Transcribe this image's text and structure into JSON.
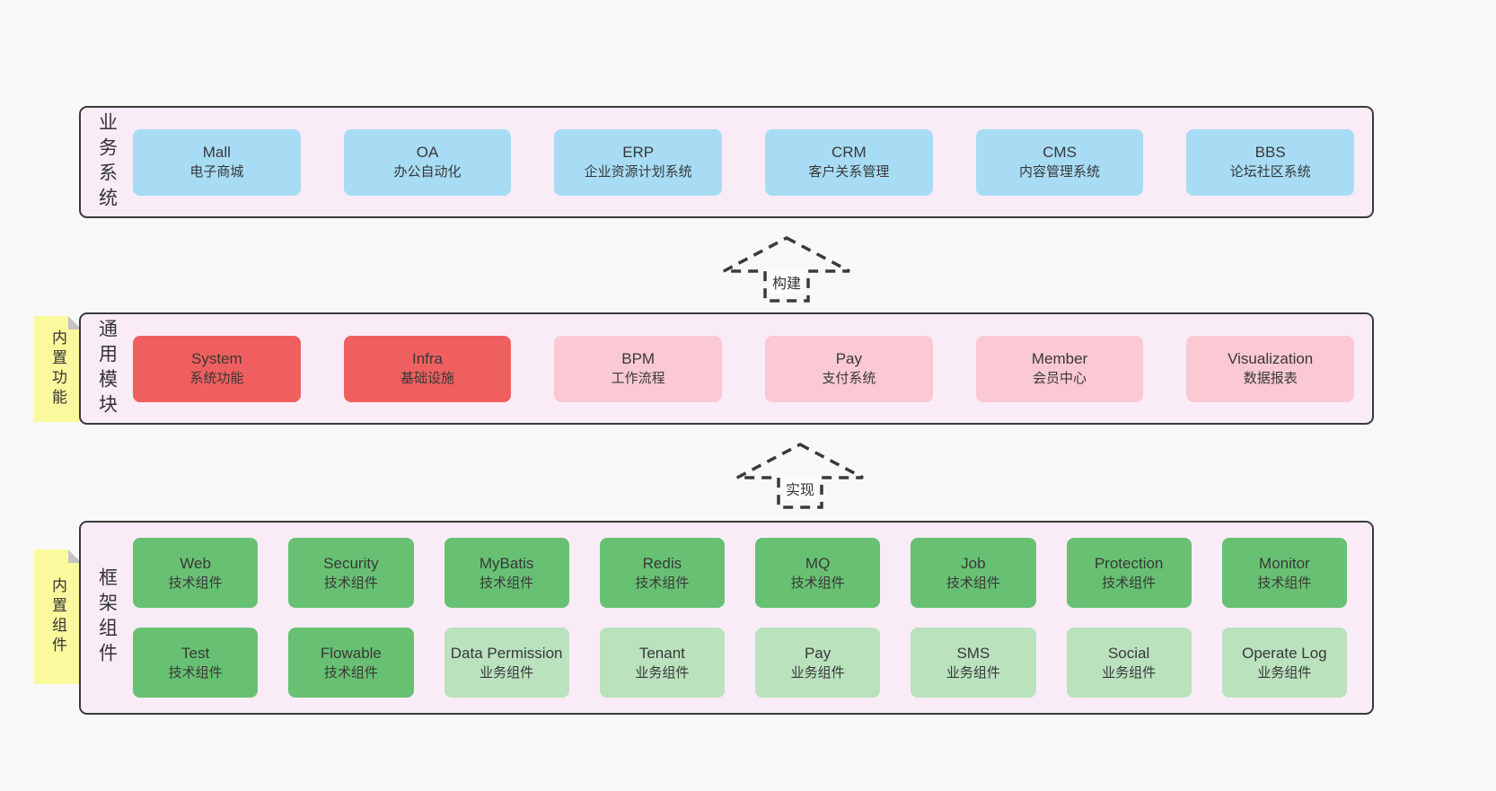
{
  "colors": {
    "page_bg": "#f8f8f8",
    "layer_bg": "#f9ecf6",
    "layer_border": "#3a3a3a",
    "node_blue": "#a8dcf5",
    "node_red": "#f05f5f",
    "node_pink": "#fbc9d3",
    "node_green": "#68c173",
    "node_light_green": "#b9e2bd",
    "note_yellow": "#fbf99e",
    "note_fold_gray": "#c4c4c4",
    "text": "#383838"
  },
  "arrows": [
    {
      "label": "构建"
    },
    {
      "label": "实现"
    }
  ],
  "layers": {
    "business": {
      "label": "业务系统",
      "boxes": [
        {
          "name": "Mall",
          "desc": "电子商城"
        },
        {
          "name": "OA",
          "desc": "办公自动化"
        },
        {
          "name": "ERP",
          "desc": "企业资源计划系统"
        },
        {
          "name": "CRM",
          "desc": "客户关系管理"
        },
        {
          "name": "CMS",
          "desc": "内容管理系统"
        },
        {
          "name": "BBS",
          "desc": "论坛社区系统"
        }
      ]
    },
    "modules": {
      "label": "通用模块",
      "note": "内置功能",
      "boxes": [
        {
          "name": "System",
          "desc": "系统功能"
        },
        {
          "name": "Infra",
          "desc": "基础设施"
        },
        {
          "name": "BPM",
          "desc": "工作流程"
        },
        {
          "name": "Pay",
          "desc": "支付系统"
        },
        {
          "name": "Member",
          "desc": "会员中心"
        },
        {
          "name": "Visualization",
          "desc": "数据报表"
        }
      ]
    },
    "components": {
      "label": "框架组件",
      "note": "内置组件",
      "rows": [
        [
          {
            "name": "Web",
            "desc": "技术组件"
          },
          {
            "name": "Security",
            "desc": "技术组件"
          },
          {
            "name": "MyBatis",
            "desc": "技术组件"
          },
          {
            "name": "Redis",
            "desc": "技术组件"
          },
          {
            "name": "MQ",
            "desc": "技术组件"
          },
          {
            "name": "Job",
            "desc": "技术组件"
          },
          {
            "name": "Protection",
            "desc": "技术组件"
          },
          {
            "name": "Monitor",
            "desc": "技术组件"
          }
        ],
        [
          {
            "name": "Test",
            "desc": "技术组件"
          },
          {
            "name": "Flowable",
            "desc": "技术组件"
          },
          {
            "name": "Data Permission",
            "desc": "业务组件"
          },
          {
            "name": "Tenant",
            "desc": "业务组件"
          },
          {
            "name": "Pay",
            "desc": "业务组件"
          },
          {
            "name": "SMS",
            "desc": "业务组件"
          },
          {
            "name": "Social",
            "desc": "业务组件"
          },
          {
            "name": "Operate Log",
            "desc": "业务组件"
          }
        ]
      ]
    }
  }
}
